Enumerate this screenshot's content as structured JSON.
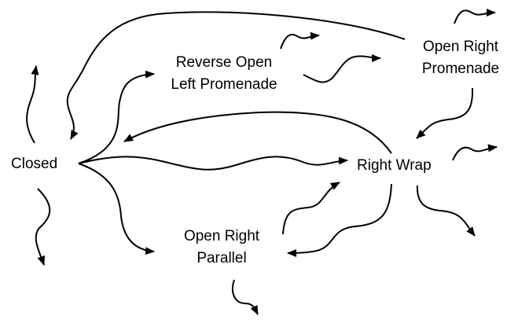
{
  "nodes": {
    "closed": {
      "lines": [
        "Closed"
      ]
    },
    "reverse_open_left_promenade": {
      "lines": [
        "Reverse Open",
        "Left Promenade"
      ]
    },
    "open_right_promenade": {
      "lines": [
        "Open Right",
        "Promenade"
      ]
    },
    "right_wrap": {
      "lines": [
        "Right Wrap"
      ]
    },
    "open_right_parallel": {
      "lines": [
        "Open Right",
        "Parallel"
      ]
    }
  },
  "colors": {
    "stroke": "#000000",
    "text": "#000000",
    "background": "#ffffff"
  }
}
